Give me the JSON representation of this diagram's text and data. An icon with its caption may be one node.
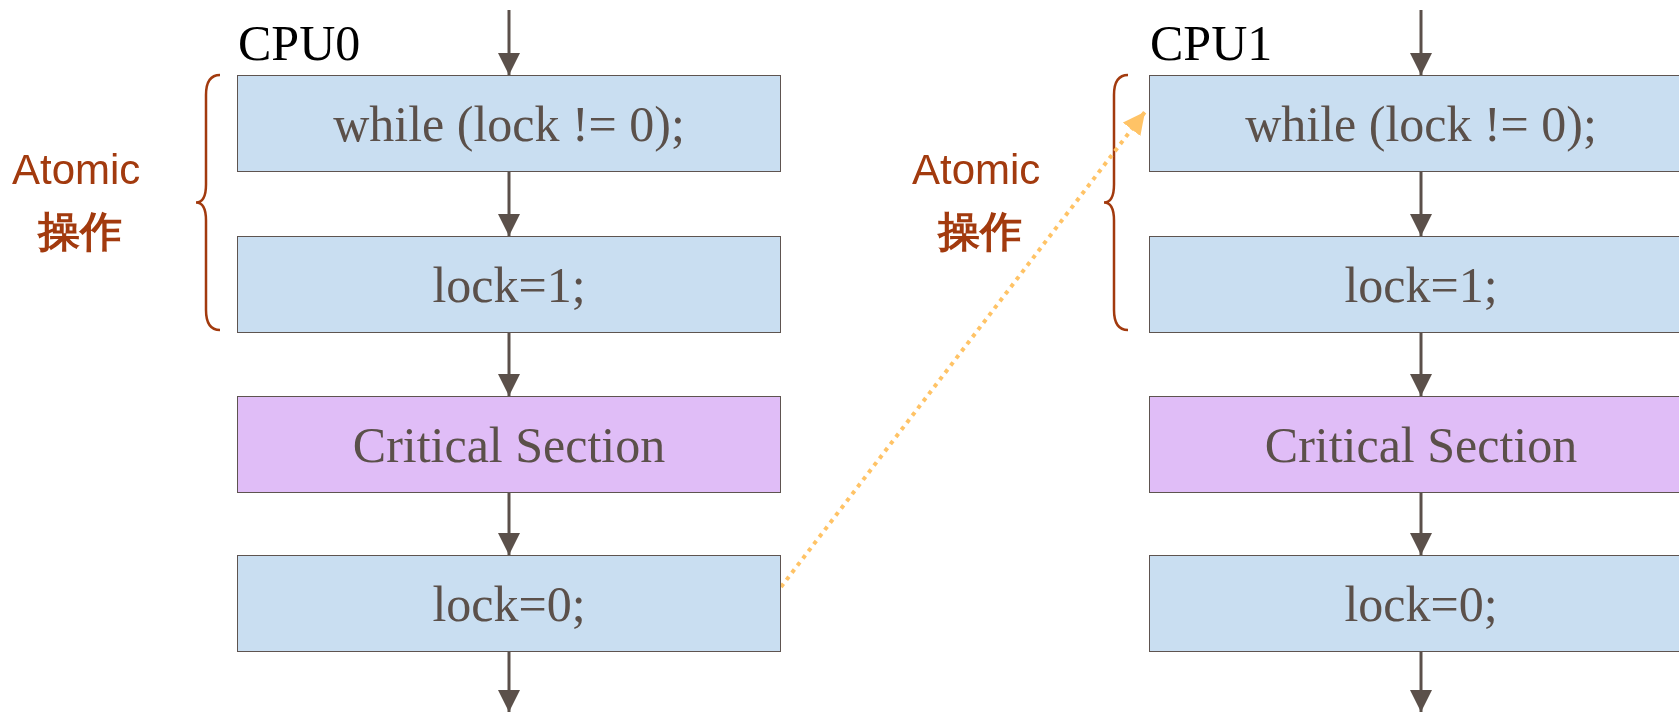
{
  "diagram": {
    "nodes": [
      {
        "text": [
          "while (lock != 0);"
        ]
      },
      {
        "text": [
          "lock=1;"
        ]
      },
      {
        "text": [
          "Critical Section"
        ]
      },
      {
        "text": [
          "lock=0;"
        ]
      },
      {
        "text": [
          "while (lock != 0);"
        ]
      },
      {
        "text": [
          "lock=1;"
        ]
      },
      {
        "text": [
          "Critical Section"
        ]
      },
      {
        "text": [
          "lock=0;"
        ]
      }
    ],
    "edges": [
      {
        "from": null,
        "to": 0,
        "arrow": "to"
      },
      {
        "from": 0,
        "to": 1,
        "arrow": "to"
      },
      {
        "from": 1,
        "to": 2,
        "arrow": "to"
      },
      {
        "from": 2,
        "to": 3,
        "arrow": "to"
      },
      {
        "from": 3,
        "to": null,
        "arrow": "to"
      },
      {
        "from": null,
        "to": 4,
        "arrow": "to"
      },
      {
        "from": 4,
        "to": 5,
        "arrow": "to"
      },
      {
        "from": 5,
        "to": 6,
        "arrow": "to"
      },
      {
        "from": 6,
        "to": 7,
        "arrow": "to"
      },
      {
        "from": 7,
        "to": null,
        "arrow": "to"
      },
      {
        "from": 3,
        "to": 4,
        "arrow": "to",
        "style": "dashed",
        "color": "#ffc366"
      }
    ],
    "labels": [
      "CPU0",
      "Atomic",
      "操作",
      "CPU1",
      "Atomic",
      "操作"
    ]
  }
}
